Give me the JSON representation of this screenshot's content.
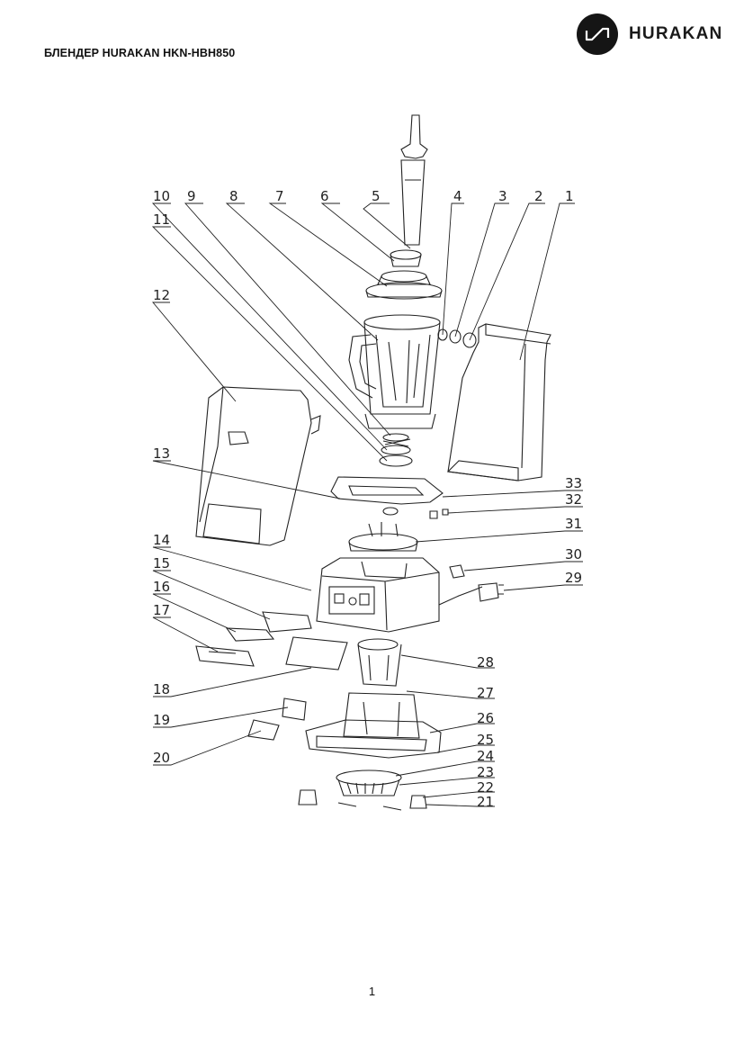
{
  "header": {
    "title": "БЛЕНДЕР HURAKAN HKN-HBH850",
    "brand_name": "HURAKAN",
    "logo_icon": "hurakan-logo-icon"
  },
  "diagram": {
    "part_numbers": [
      "1",
      "2",
      "3",
      "4",
      "5",
      "6",
      "7",
      "8",
      "9",
      "10",
      "11",
      "12",
      "13",
      "14",
      "15",
      "16",
      "17",
      "18",
      "19",
      "20",
      "21",
      "22",
      "23",
      "24",
      "25",
      "26",
      "27",
      "28",
      "29",
      "30",
      "31",
      "32",
      "33"
    ]
  },
  "footer": {
    "page_number": "1"
  }
}
